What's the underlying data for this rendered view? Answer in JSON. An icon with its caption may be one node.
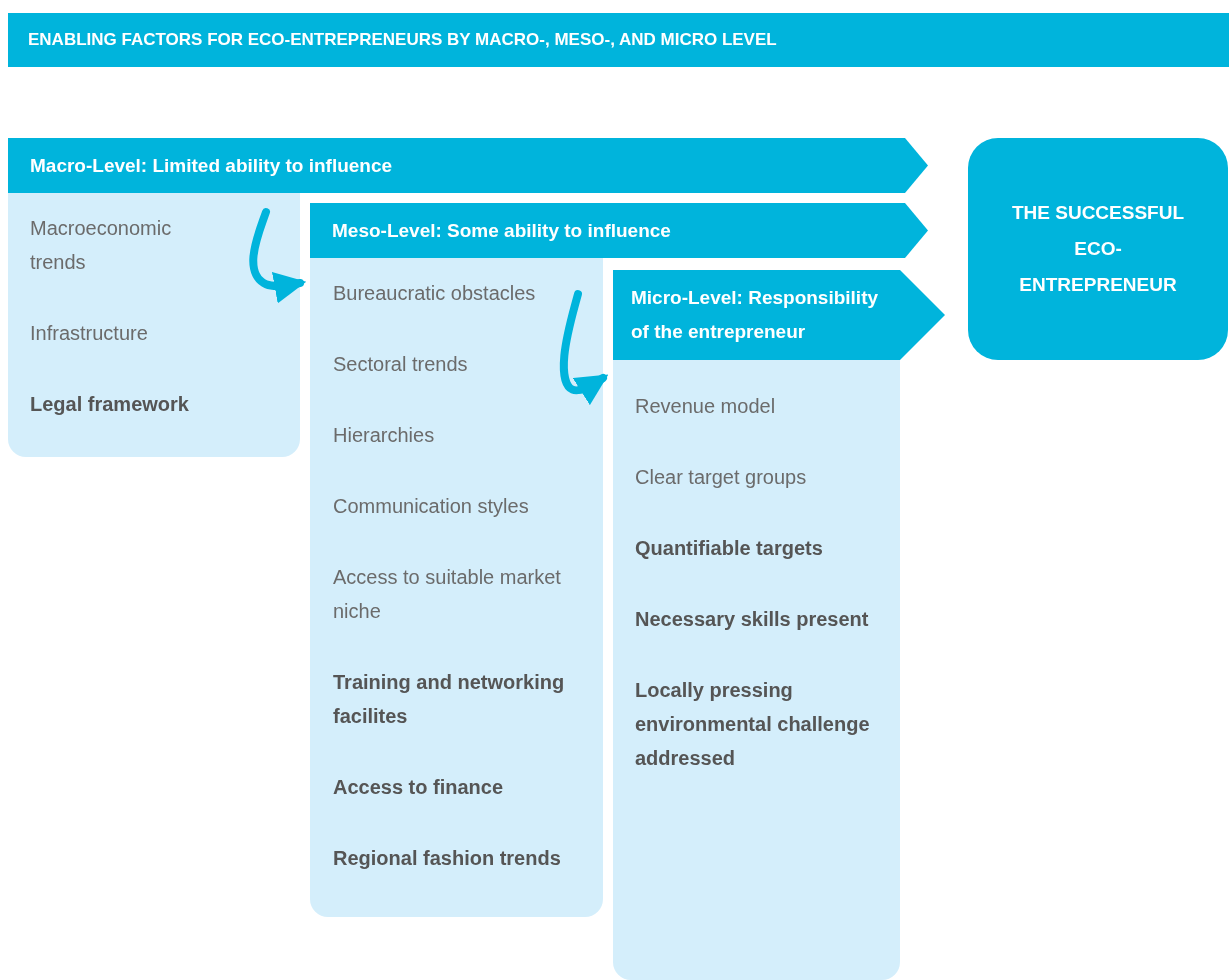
{
  "diagram": {
    "title": "ENABLING FACTORS FOR ECO-ENTREPRENEURS BY MACRO-, MESO-, AND MICRO LEVEL",
    "nodes": [
      {
        "text": [
          "Macro-Level: Limited ability to influence"
        ]
      },
      {
        "text": [
          "Macroeconomic trends",
          "Infrastructure",
          "**Legal framework**"
        ]
      },
      {
        "text": [
          "Meso-Level: Some ability to influence"
        ]
      },
      {
        "text": [
          "Bureaucratic obstacles",
          "Sectoral trends",
          "Hierarchies",
          "Communication styles",
          "Access to suitable market niche",
          "**Training and networking facilites**",
          "**Access to finance**",
          "**Regional fashion trends**"
        ]
      },
      {
        "text": [
          "Micro-Level: Responsibility of the entrepreneur"
        ]
      },
      {
        "text": [
          "Revenue model",
          "Clear target groups",
          "**Quantifiable targets**",
          "**Necessary skills present**",
          "**Locally pressing environmental challenge addressed**"
        ]
      },
      {
        "text": [
          "THE SUCCESSFUL ECO-ENTREPRENEUR"
        ]
      }
    ],
    "edges": [
      {
        "from": 1,
        "to": 3,
        "arrow": "to"
      },
      {
        "from": 3,
        "to": 5,
        "arrow": "to"
      }
    ]
  }
}
